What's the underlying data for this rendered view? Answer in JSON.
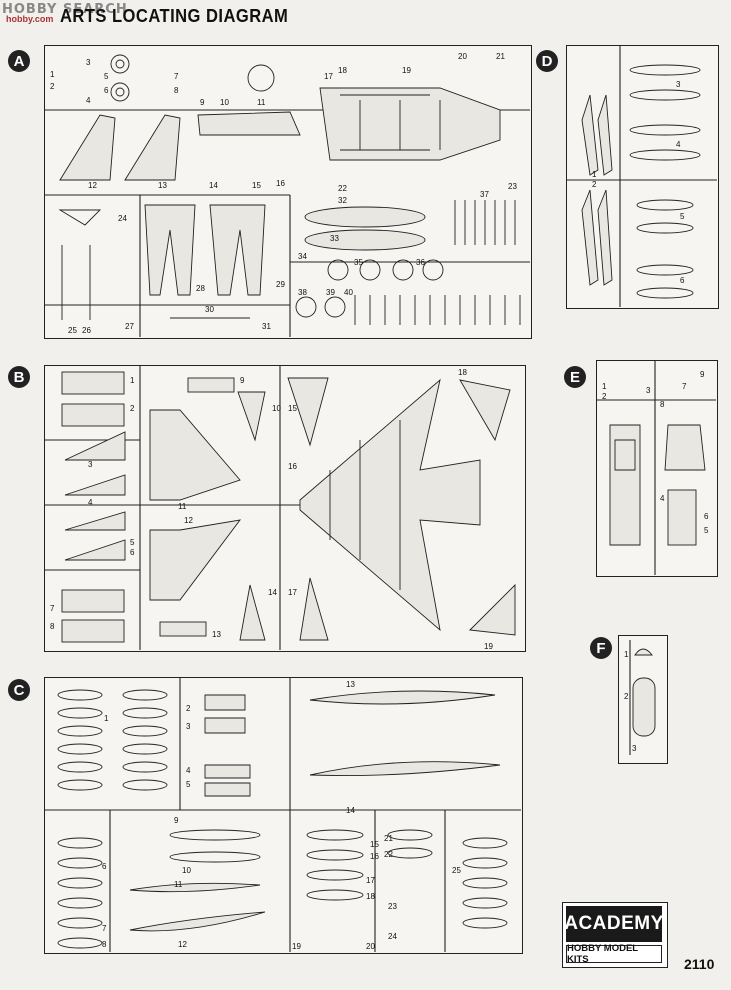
{
  "watermark": {
    "line1": "HOBBY SEARCH",
    "line2": "hobby.com"
  },
  "title": "ARTS LOCATING DIAGRAM",
  "sheets": {
    "A": "A",
    "B": "B",
    "C": "C",
    "D": "D",
    "E": "E",
    "F": "F"
  },
  "labels": {
    "A": [
      "1",
      "2",
      "3",
      "5",
      "4",
      "6",
      "7",
      "8",
      "9",
      "10",
      "11",
      "12",
      "13",
      "14",
      "15",
      "16",
      "17",
      "18",
      "19",
      "20",
      "21",
      "22",
      "23",
      "24",
      "25",
      "26",
      "27",
      "28",
      "29",
      "30",
      "31",
      "32",
      "33",
      "34",
      "35",
      "36",
      "37",
      "38",
      "39",
      "40"
    ],
    "B": [
      "1",
      "2",
      "3",
      "4",
      "5",
      "6",
      "7",
      "8",
      "9",
      "10",
      "11",
      "12",
      "13",
      "14",
      "15",
      "16",
      "17",
      "18",
      "19"
    ],
    "C": [
      "1",
      "2",
      "3",
      "4",
      "5",
      "6",
      "7",
      "8",
      "9",
      "10",
      "11",
      "12",
      "13",
      "14",
      "15",
      "16",
      "17",
      "18",
      "19",
      "20",
      "21",
      "22",
      "23",
      "24",
      "25"
    ],
    "D": [
      "1",
      "2",
      "3",
      "4",
      "5",
      "6"
    ],
    "E": [
      "1",
      "2",
      "3",
      "4",
      "5",
      "6",
      "7",
      "8",
      "9"
    ],
    "F": [
      "1",
      "2",
      "3"
    ]
  },
  "logo": {
    "brand": "ACADEMY",
    "sub": "HOBBY MODEL KITS"
  },
  "page_number": "2110"
}
